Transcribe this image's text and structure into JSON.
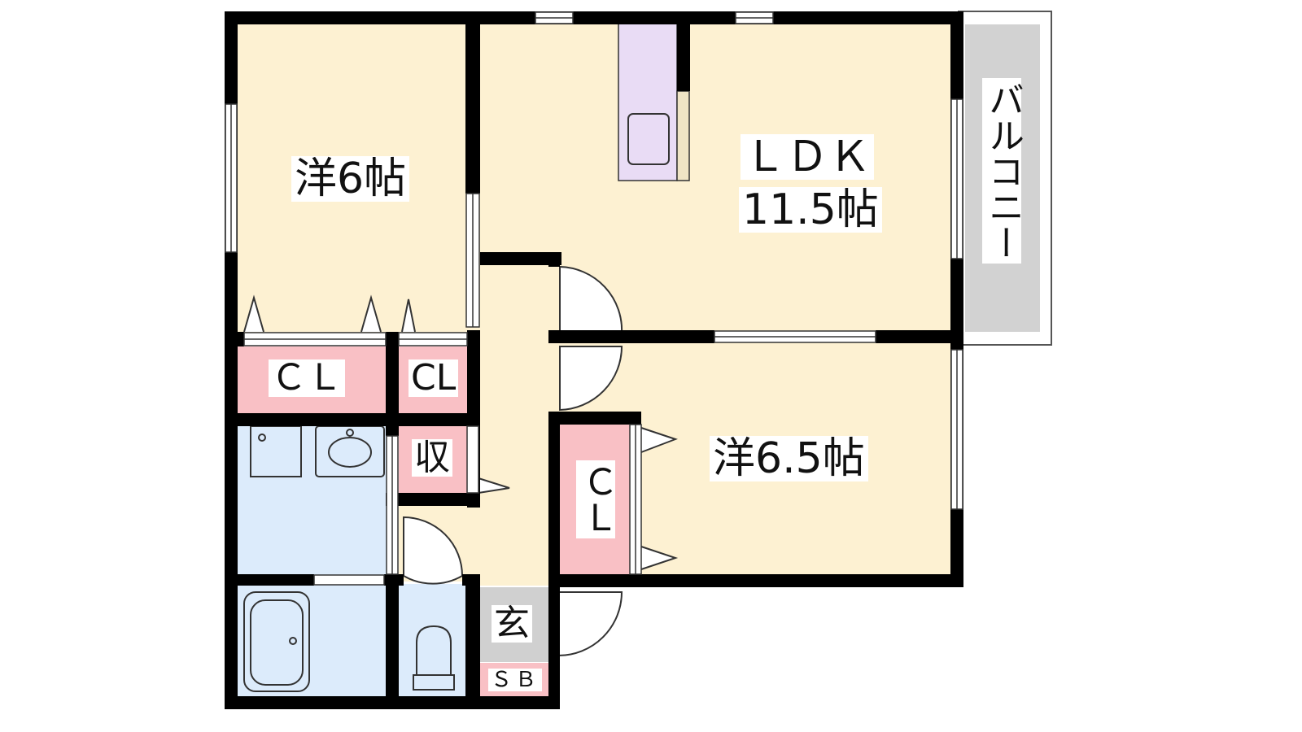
{
  "floor_plan": {
    "rooms": {
      "western_6": {
        "label": "洋6帖"
      },
      "ldk": {
        "label_line1": "ＬＤＫ",
        "label_line2": "11.5帖"
      },
      "western_65": {
        "label": "洋6.5帖"
      },
      "cl_top_left": {
        "label": "ＣＬ"
      },
      "cl_top_small": {
        "label": "CL"
      },
      "storage": {
        "label": "収"
      },
      "cl_vertical": {
        "label": "ＣＬ"
      },
      "entrance": {
        "label": "玄"
      },
      "shoe_box": {
        "label": "ＳＢ"
      },
      "balcony": {
        "label": "バルコニー"
      }
    },
    "colors": {
      "room_floor": "#fdf1d2",
      "closet": "#f9c0c5",
      "wet_area": "#dcebfb",
      "kitchen": "#e9dcf5",
      "balcony": "#d2d2d2",
      "entrance": "#d0d0d0",
      "wall": "#000000"
    }
  }
}
